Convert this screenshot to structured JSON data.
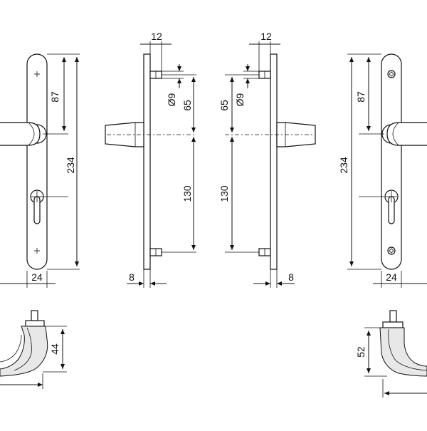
{
  "drawing": {
    "dimensions": {
      "front_left": {
        "upper": "87",
        "overall": "234",
        "width": "24"
      },
      "side_left": {
        "top": "12",
        "hole": "Ø9",
        "upper": "65",
        "lower": "130",
        "thickness": "8"
      },
      "side_right": {
        "top": "12",
        "hole": "Ø9",
        "upper": "65",
        "lower": "130",
        "thickness": "8"
      },
      "front_right": {
        "upper": "87",
        "overall": "234",
        "width": "24"
      },
      "handle_left": {
        "height": "44"
      },
      "handle_right": {
        "height": "52"
      }
    }
  }
}
